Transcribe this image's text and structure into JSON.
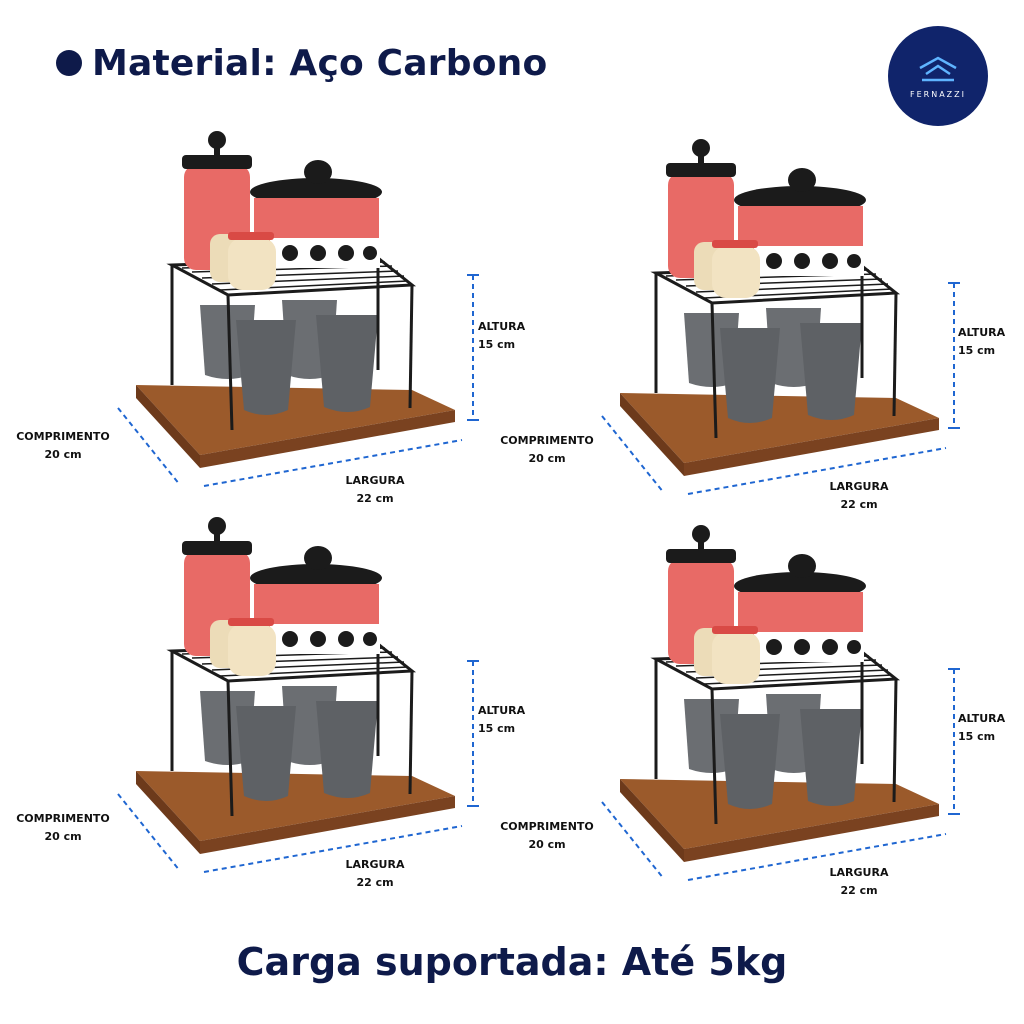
{
  "headline": "Material: Aço Carbono",
  "brand": "FERNAZZI",
  "footer": "Carga suportada: Até 5kg",
  "colors": {
    "navy": "#0e1a4a",
    "logo_bg": "#10246b",
    "dimension_line": "#1f66d1",
    "wood": "#9b5a2b",
    "canister_red": "#e86a66",
    "cup_gray": "#6b6e72",
    "rack_black": "#1b1b1b"
  },
  "icons": [
    "bullet-dot",
    "house-roof-logo"
  ],
  "dimensions": {
    "height_label": "ALTURA",
    "height_value": "15 cm",
    "length_label": "COMPRIMENTO",
    "length_value": "20 cm",
    "width_label": "LARGURA",
    "width_value": "22 cm"
  }
}
